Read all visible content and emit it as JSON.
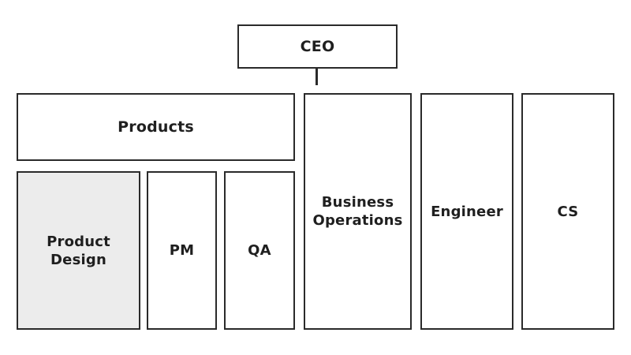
{
  "org_chart": {
    "root": {
      "label": "CEO"
    },
    "departments": {
      "products": {
        "label": "Products",
        "teams": [
          {
            "label": "Product\nDesign",
            "highlighted": true
          },
          {
            "label": "PM"
          },
          {
            "label": "QA"
          }
        ]
      },
      "business_operations": {
        "label": "Business\nOperations"
      },
      "engineer": {
        "label": "Engineer"
      },
      "cs": {
        "label": "CS"
      }
    }
  },
  "colors": {
    "border": "#2a2a2a",
    "text": "#1f1f1f",
    "highlight_fill": "#ececec",
    "background": "#ffffff"
  }
}
